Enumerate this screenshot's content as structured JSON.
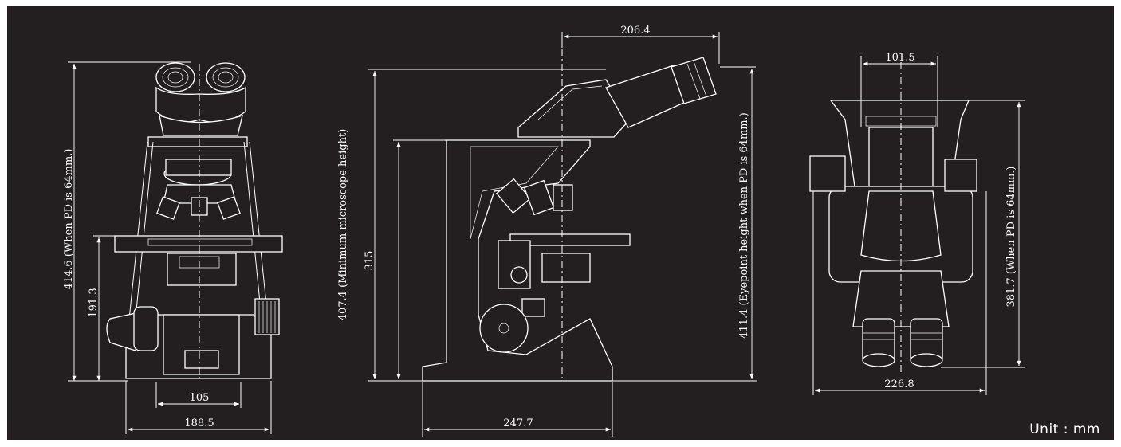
{
  "front_view": {
    "total_height": "414.6 (When PD is 64mm.)",
    "stage_height": "191.3",
    "base_inner_width": "105",
    "base_width": "188.5"
  },
  "side_view": {
    "eyepiece_offset": "206.4",
    "max_height": "407.4 (Minimum microscope height)",
    "arm_height": "315",
    "eyepoint_height": "411.4 (Eyepoint height when PD is 64mm.)",
    "base_depth": "247.7"
  },
  "top_view": {
    "head_width": "101.5",
    "total_depth": "381.7 (When PD is 64mm.)",
    "total_width": "226.8"
  },
  "unit_label": "Unit : mm"
}
